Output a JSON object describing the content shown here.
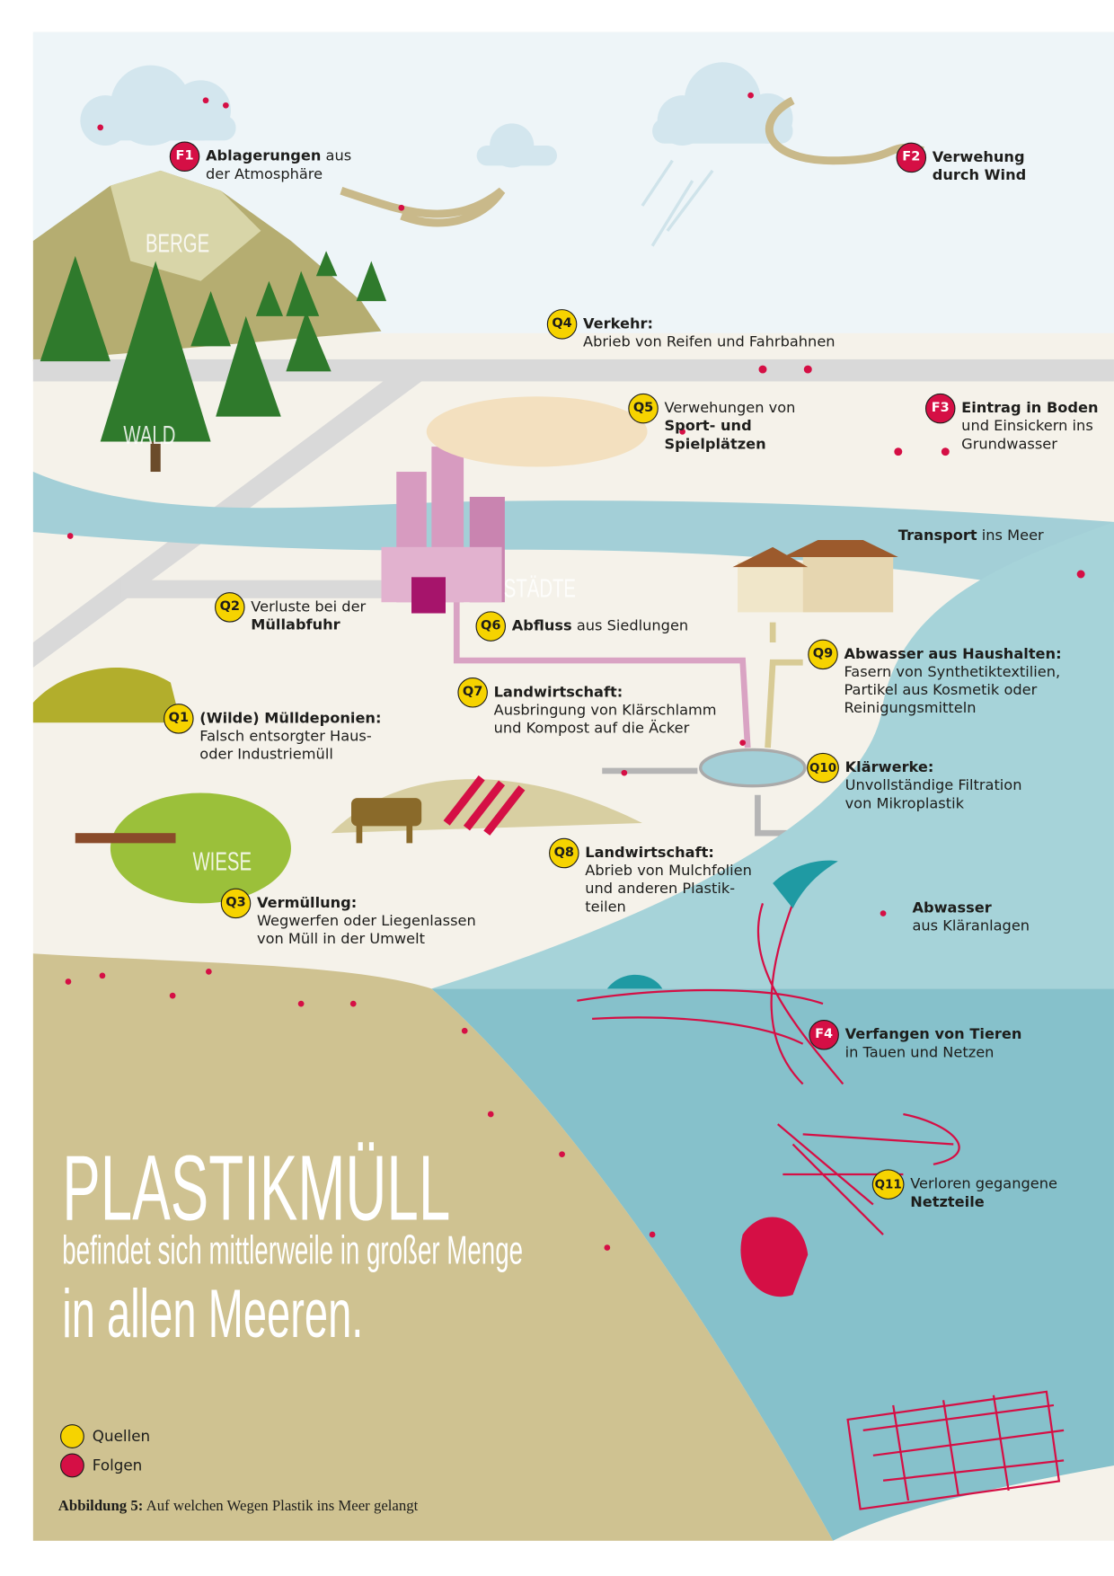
{
  "colors": {
    "source": "#f6d300",
    "consequence": "#d50f45",
    "sea": "#86c1cb",
    "sand": "#cfc291",
    "land": "#f5f2ea"
  },
  "places": {
    "mountains": "BERGE",
    "forest": "WALD",
    "meadow": "WIESE",
    "cities": "STÄDTE"
  },
  "labels": {
    "F1": {
      "badge": "F1",
      "bold": "Ablagerungen",
      "rest": " aus",
      "line2": "der Atmosphäre"
    },
    "F2": {
      "badge": "F2",
      "line1": "Verwehung",
      "line2": "durch Wind"
    },
    "F3": {
      "badge": "F3",
      "line1": "Eintrag in Boden",
      "line2": "und Einsickern ins",
      "line3": "Grundwasser"
    },
    "F4": {
      "badge": "F4",
      "line1": "Verfangen von Tieren",
      "line2": "in Tauen und Netzen"
    },
    "Q1": {
      "badge": "Q1",
      "line1": "(Wilde) Mülldeponien:",
      "line2": "Falsch entsorgter Haus-",
      "line3": "oder Industriemüll"
    },
    "Q2": {
      "badge": "Q2",
      "line1": "Verluste bei der",
      "line2": "Müllabfuhr"
    },
    "Q3": {
      "badge": "Q3",
      "line1": "Vermüllung:",
      "line2": "Wegwerfen oder Liegenlassen",
      "line3": "von Müll in der Umwelt"
    },
    "Q4": {
      "badge": "Q4",
      "line1": "Verkehr:",
      "line2": "Abrieb von Reifen und Fahrbahnen"
    },
    "Q5": {
      "badge": "Q5",
      "line1": "Verwehungen von",
      "line2": "Sport- und",
      "line3": "Spielplätzen"
    },
    "Q6": {
      "badge": "Q6",
      "bold": "Abfluss",
      "rest": " aus Siedlungen"
    },
    "Q7": {
      "badge": "Q7",
      "line1": "Landwirtschaft:",
      "line2": "Ausbringung von Klärschlamm",
      "line3": "und Kompost auf die Äcker"
    },
    "Q8": {
      "badge": "Q8",
      "line1": "Landwirtschaft:",
      "line2": "Abrieb von Mulchfolien",
      "line3": "und anderen Plastik-",
      "line4": "teilen"
    },
    "Q9": {
      "badge": "Q9",
      "line1": "Abwasser aus Haushalten:",
      "line2": "Fasern von Synthetiktextilien,",
      "line3": "Partikel aus Kosmetik oder",
      "line4": "Reinigungsmitteln"
    },
    "Q10": {
      "badge": "Q10",
      "line1": "Klärwerke:",
      "line2": "Unvollständige Filtration",
      "line3": "von Mikroplastik"
    },
    "Q11": {
      "badge": "Q11",
      "line1": "Verloren gegangene",
      "line2": "Netzteile"
    },
    "transport": {
      "bold": "Transport",
      "rest": " ins Meer"
    },
    "outflow": {
      "line1": "Abwasser",
      "line2": "aus Kläranlagen"
    }
  },
  "title": {
    "line1": "PLASTIKMÜLL",
    "line2": "befindet sich mittlerweile in großer Menge",
    "line3": "in allen Meeren."
  },
  "legend": {
    "sources": "Quellen",
    "consequences": "Folgen"
  },
  "caption": {
    "label": "Abbildung 5:",
    "text": " Auf welchen Wegen Plastik ins Meer gelangt"
  }
}
